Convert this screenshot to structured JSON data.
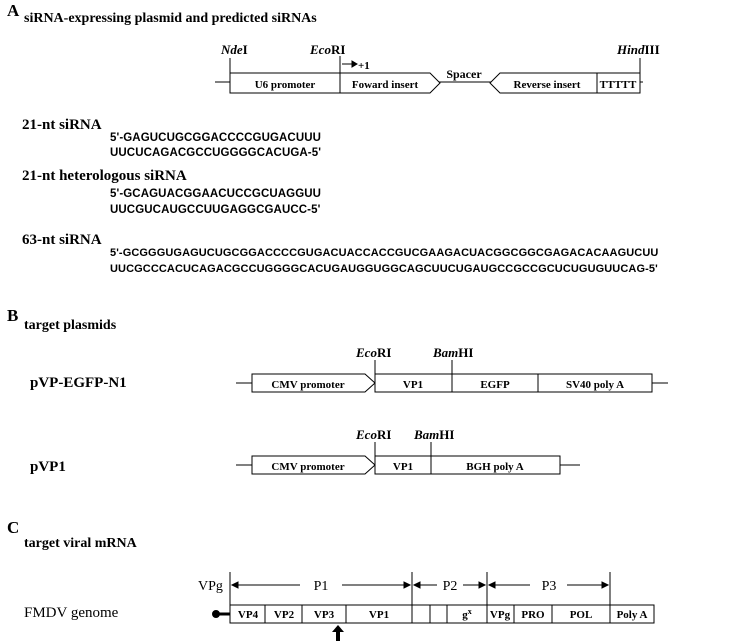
{
  "panel_a": {
    "letter": "A",
    "title": "siRNA-expressing plasmid and predicted siRNAs",
    "site_nde": "Nde",
    "site_nde_suffix": "I",
    "site_eco": "Eco",
    "site_eco_suffix": "RI",
    "site_hind": "Hind",
    "site_hind_suffix": "III",
    "plus_one": "+1",
    "u6": "U6 promoter",
    "forward": "Foward insert",
    "spacer": "Spacer",
    "reverse": "Reverse insert",
    "terminator": "TTTTT",
    "sirna21_label": "21-nt siRNA",
    "sirna21_top": "5'-GAGUCUGCGGACCCCGUGACUUU",
    "sirna21_bottom": "UUCUCAGACGCCUGGGGCACUGA-5'",
    "het_label": "21-nt heterologous siRNA",
    "het_top": "5'-GCAGUACGGAACUCCGCUAGGUU",
    "het_bottom": "UUCGUCAUGCCUUGAGGCGAUCC-5'",
    "sirna63_label": "63-nt siRNA",
    "sirna63_top": "5'-GCGGGUGAGUCUGCGGACCCCGUGACUACCACCGUCGAAGACUACGGCGGCGAGACACAAGUCUU",
    "sirna63_bottom": "UUCGCCCACUCAGACGCCUGGGGCACUGAUGGUGGCAGCUUCUGAUGCCGCCGCUCUGUGUUCAG-5'"
  },
  "panel_b": {
    "letter": "B",
    "title": "target plasmids",
    "eco": "Eco",
    "eco_suffix": "RI",
    "bam": "Bam",
    "bam_suffix": "HI",
    "plasmid1_name": "pVP-EGFP-N1",
    "plasmid2_name": "pVP1",
    "cmv": "CMV promoter",
    "vp1": "VP1",
    "egfp": "EGFP",
    "sv40": "SV40 poly A",
    "bgh": "BGH poly A"
  },
  "panel_c": {
    "letter": "C",
    "title": "target viral mRNA",
    "vpg_label": "VPg",
    "genome_label": "FMDV genome",
    "p1": "P1",
    "p2": "P2",
    "p3": "P3",
    "segments": [
      "VP4",
      "VP2",
      "VP3",
      "VP1",
      "",
      "",
      "",
      "VPg",
      "PRO",
      "POL",
      "Poly A"
    ],
    "g_label": "g",
    "g_sup": "x"
  }
}
